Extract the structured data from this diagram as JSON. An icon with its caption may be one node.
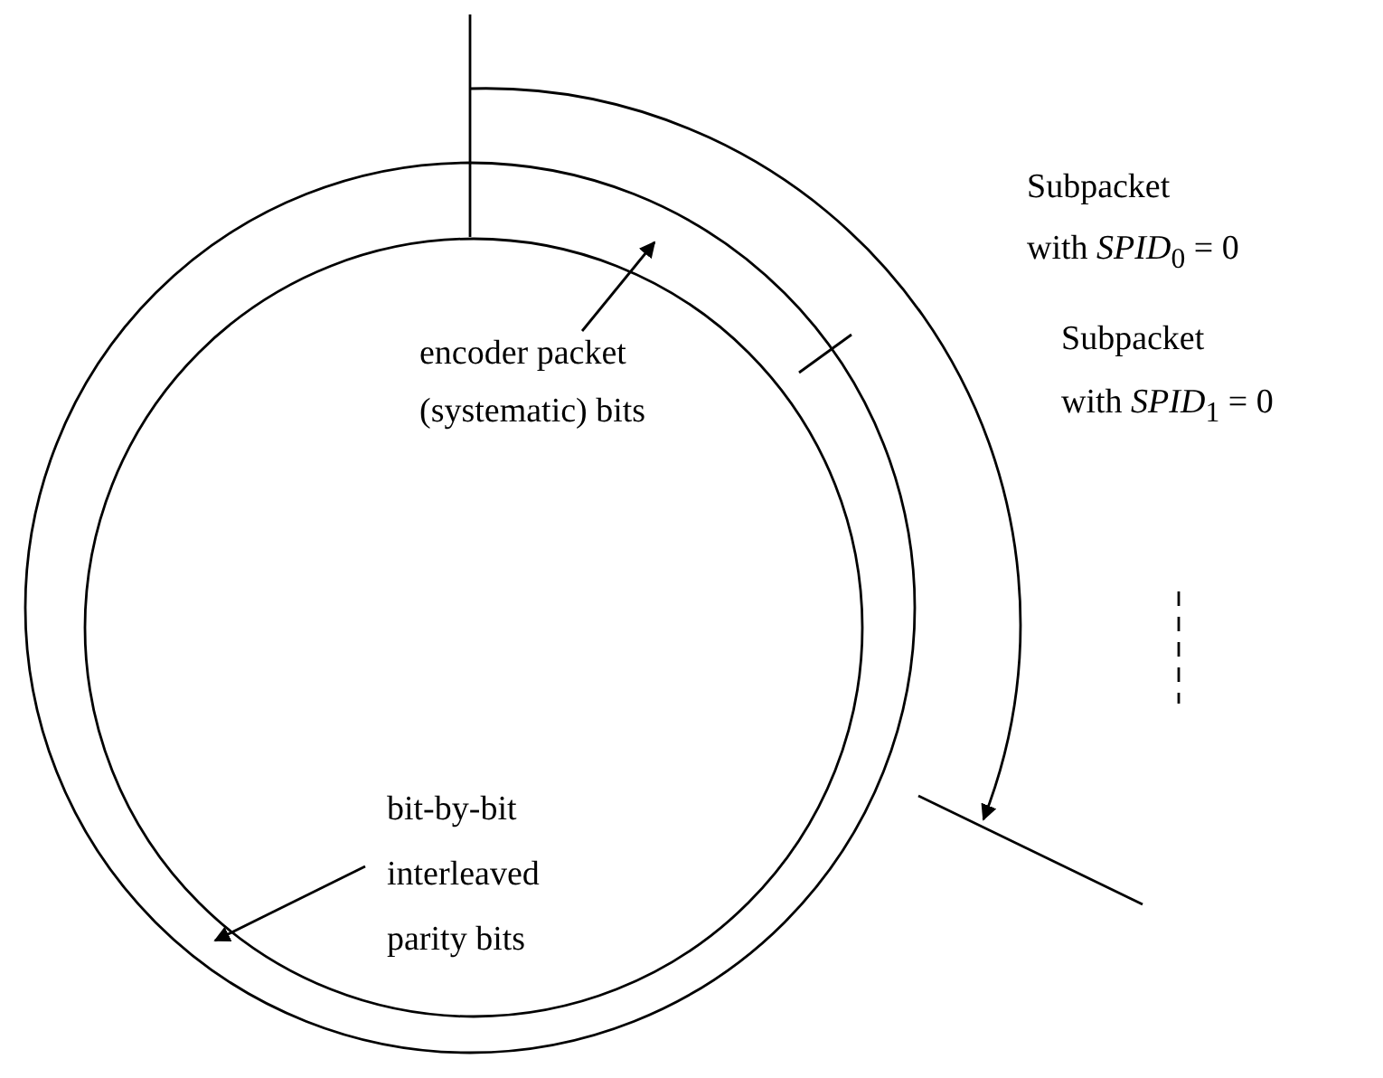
{
  "diagram": {
    "nodes": [
      {
        "text": [
          "encoder packet (systematic) bits"
        ]
      },
      {
        "text": [
          "bit-by-bit interleaved parity bits"
        ]
      }
    ],
    "edges": [
      {
        "from": 0,
        "to": null,
        "arrow": "to"
      },
      {
        "from": 1,
        "to": null,
        "arrow": "to"
      }
    ],
    "labels": [
      "Subpacket",
      "with *SPID*$_{0}$ = 0",
      "Subpacket",
      "with *SPID*$_{1}$ = 0"
    ]
  }
}
